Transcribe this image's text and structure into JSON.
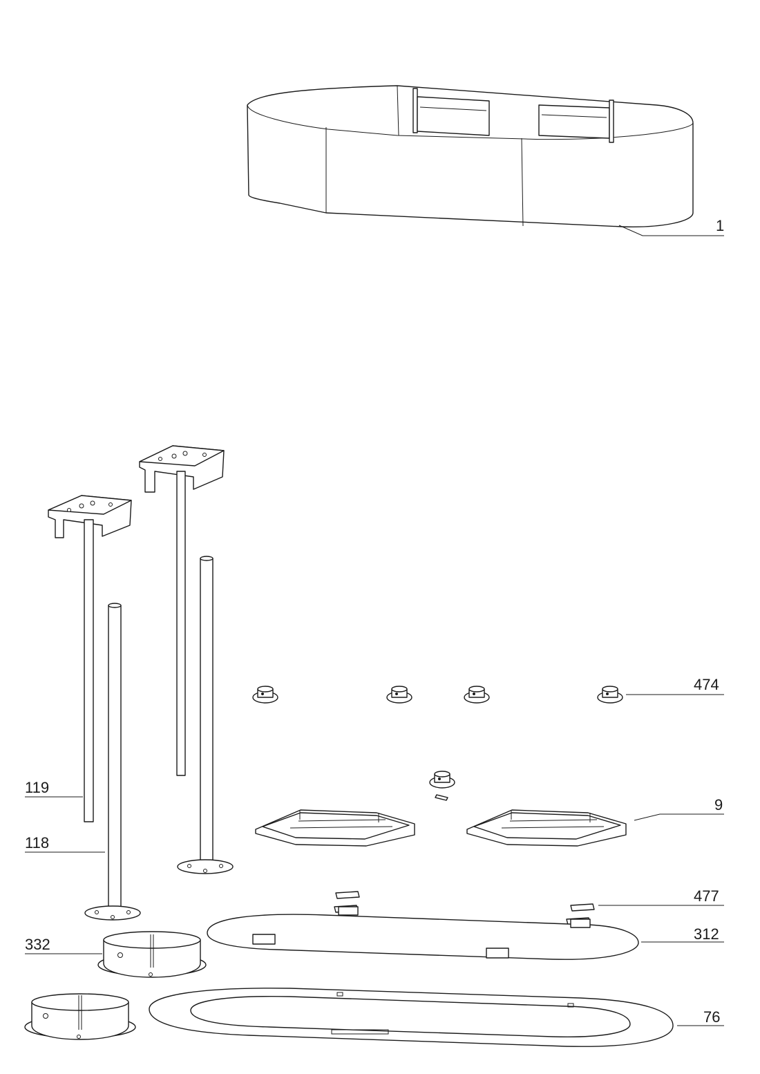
{
  "callouts": {
    "part_1": "1",
    "part_474": "474",
    "part_119": "119",
    "part_9": "9",
    "part_118": "118",
    "part_477": "477",
    "part_312": "312",
    "part_332": "332",
    "part_76": "76"
  },
  "colors": {
    "line": "#1a1a1a",
    "background": "#ffffff"
  }
}
